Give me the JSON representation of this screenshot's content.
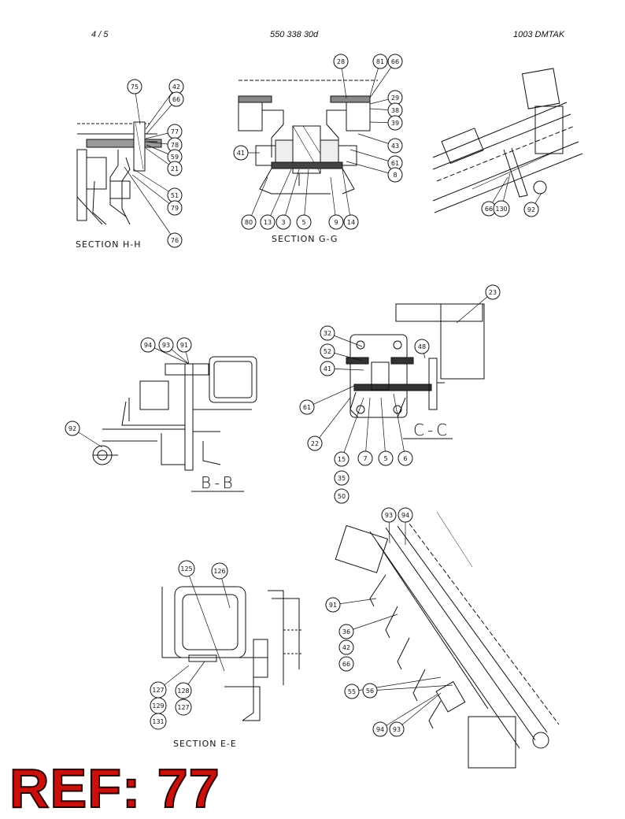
{
  "header": {
    "page": "4 /   5",
    "doc_number": "550 338 30d",
    "model": "1003 DMTAK"
  },
  "sections": {
    "hh": "SECTION  H-H",
    "gg": "SECTION  G-G",
    "bb": "B-B",
    "cc": "C-C",
    "ee": "SECTION  E-E"
  },
  "balloons": {
    "hh": [
      "75",
      "42",
      "66",
      "77",
      "78",
      "59",
      "21",
      "51",
      "79",
      "76"
    ],
    "gg": [
      "28",
      "81",
      "66",
      "29",
      "38",
      "39",
      "41",
      "43",
      "61",
      "8",
      "80",
      "13",
      "3",
      "5",
      "9",
      "14"
    ],
    "iso_top": [
      "66",
      "130",
      "92"
    ],
    "bb": [
      "94",
      "93",
      "91",
      "92"
    ],
    "cc": [
      "23",
      "32",
      "52",
      "41",
      "48",
      "61",
      "22",
      "15",
      "7",
      "5",
      "6",
      "35",
      "50"
    ],
    "ee": [
      "125",
      "126",
      "127",
      "128",
      "129",
      "127",
      "131"
    ],
    "iso_bottom": [
      "93",
      "94",
      "91",
      "36",
      "42",
      "66",
      "55",
      "56",
      "94",
      "93"
    ]
  },
  "footer": {
    "ref": "REF: 77"
  }
}
